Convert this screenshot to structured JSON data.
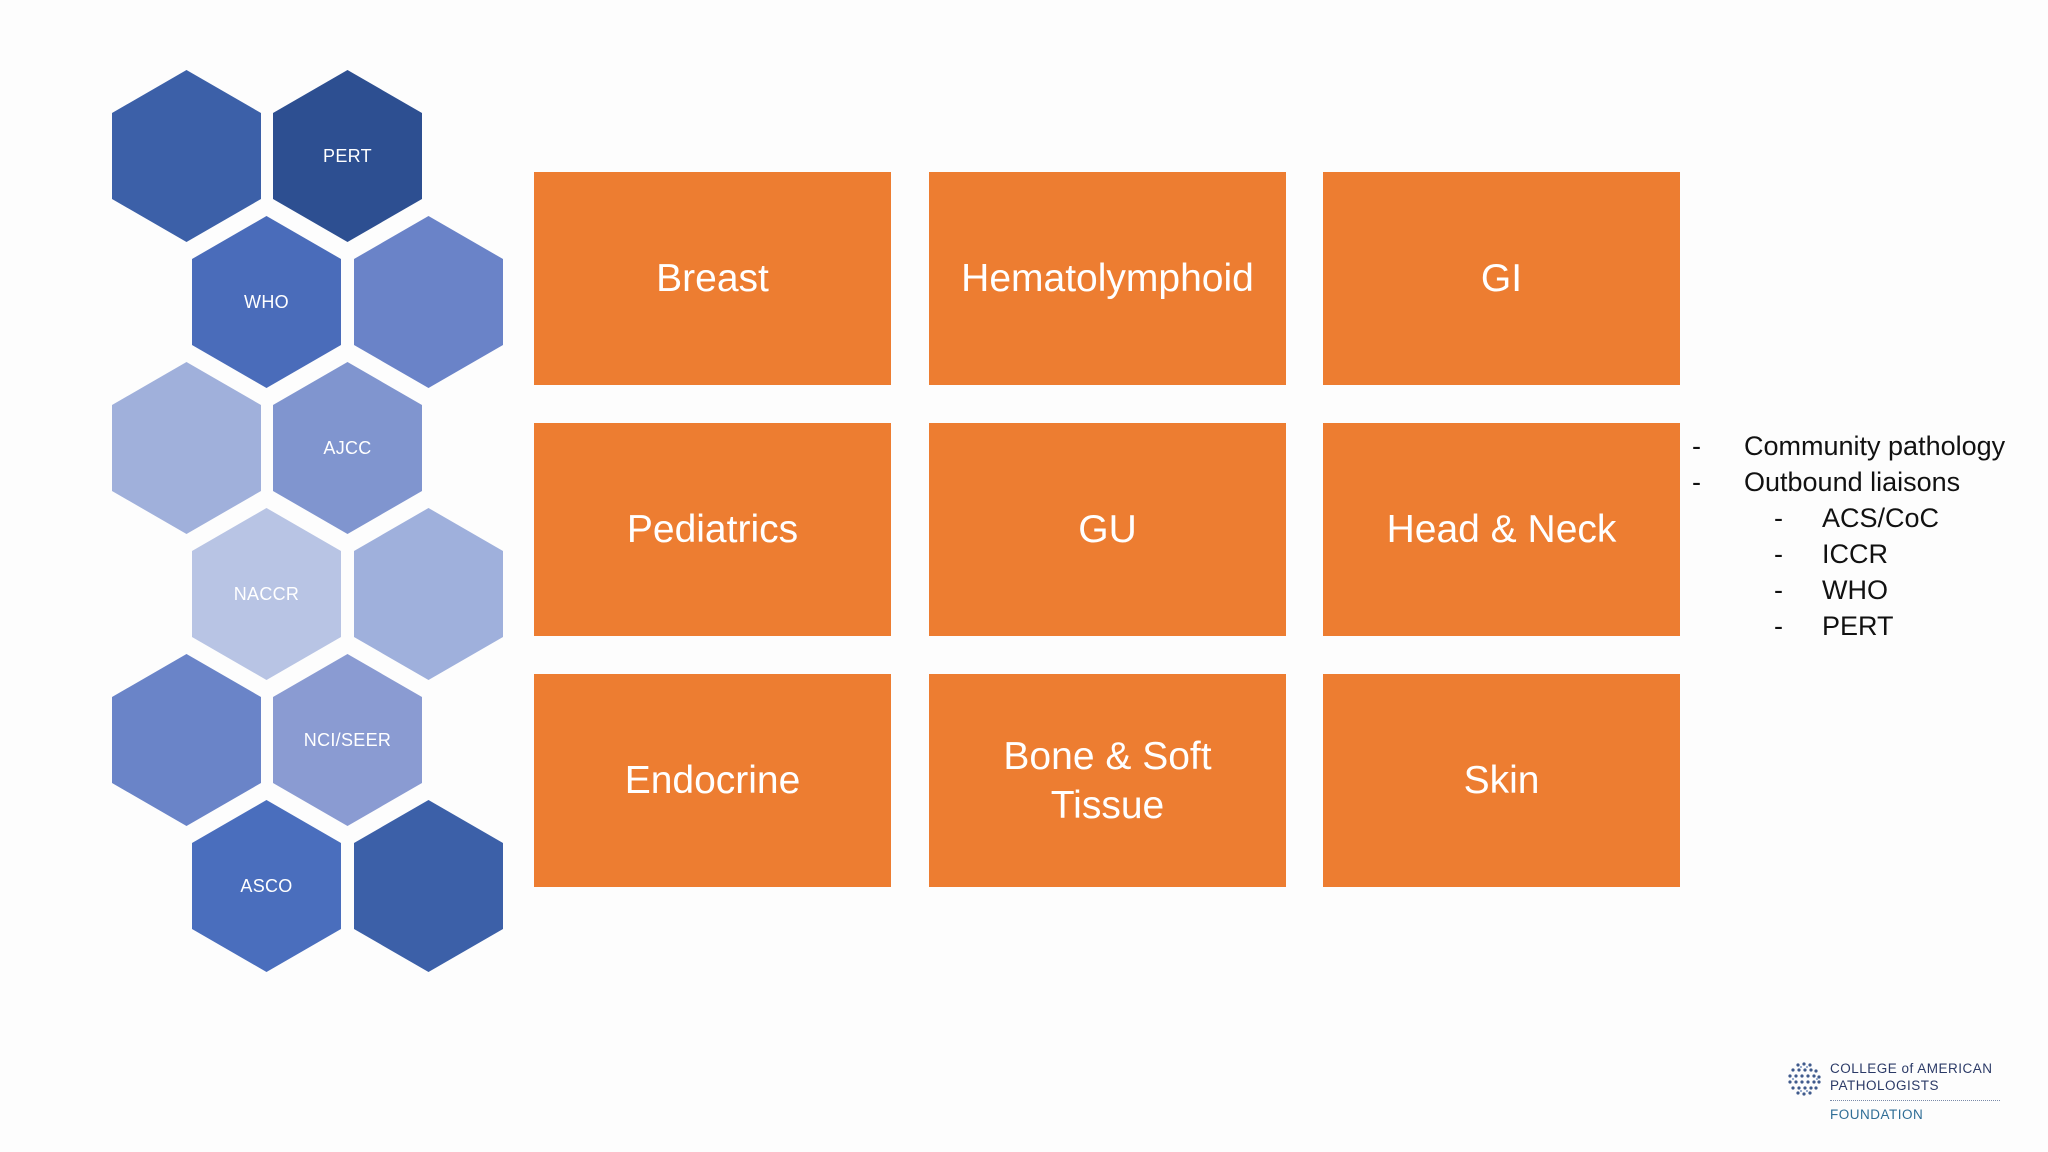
{
  "hexagons": {
    "h1": "",
    "h2": "PERT",
    "h3": "WHO",
    "h4": "",
    "h5": "",
    "h6": "AJCC",
    "h7": "NACCR",
    "h8": "",
    "h9": "",
    "h10": "NCI/SEER",
    "h11": "ASCO",
    "h12": ""
  },
  "tiles": {
    "breast": "Breast",
    "hematolymphoid": "Hematolymphoid",
    "gi": "GI",
    "pediatrics": "Pediatrics",
    "gu": "GU",
    "head_neck": "Head & Neck",
    "endocrine": "Endocrine",
    "bone_soft_tissue_line1": "Bone & Soft",
    "bone_soft_tissue_line2": "Tissue",
    "skin": "Skin"
  },
  "bullets": {
    "dash": "-",
    "items": [
      "Community pathology",
      "Outbound liaisons",
      "ACS/CoC",
      "ICCR",
      "WHO",
      "PERT"
    ]
  },
  "logo": {
    "line1": "COLLEGE of AMERICAN",
    "line2": "PATHOLOGISTS",
    "line3": "FOUNDATION"
  },
  "colors": {
    "tile": "#ed7d31",
    "hex_dark": "#2d4f91",
    "hex_light": "#b8c4e4"
  }
}
